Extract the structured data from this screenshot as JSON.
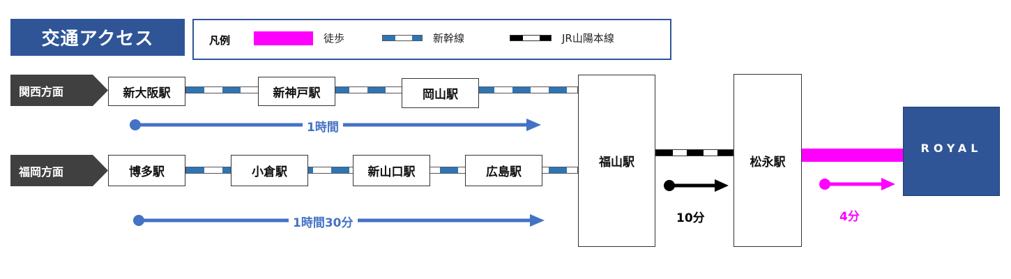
{
  "title": "交通アクセス",
  "legend": {
    "heading": "凡例",
    "items": [
      {
        "label": "徒歩",
        "type": "walk",
        "color": "#ff00ff"
      },
      {
        "label": "新幹線",
        "type": "shinkansen",
        "color": "#2e75b6"
      },
      {
        "label": "JR山陽本線",
        "type": "jr",
        "color": "#000000"
      }
    ]
  },
  "routes": [
    {
      "direction": "関西方面",
      "stations": [
        "新大阪駅",
        "新神戸駅",
        "岡山駅"
      ],
      "time": "1時間"
    },
    {
      "direction": "福岡方面",
      "stations": [
        "博多駅",
        "小倉駅",
        "新山口駅",
        "広島駅"
      ],
      "time": "1時間30分"
    }
  ],
  "hub": {
    "station": "福山駅"
  },
  "transfer": {
    "station": "松永駅",
    "time": "10分"
  },
  "destination": {
    "name": "ROYAL",
    "walk_time": "4分"
  },
  "colors": {
    "brand": "#2f5597",
    "walk": "#ff00ff",
    "time_blue": "#4472c4"
  }
}
